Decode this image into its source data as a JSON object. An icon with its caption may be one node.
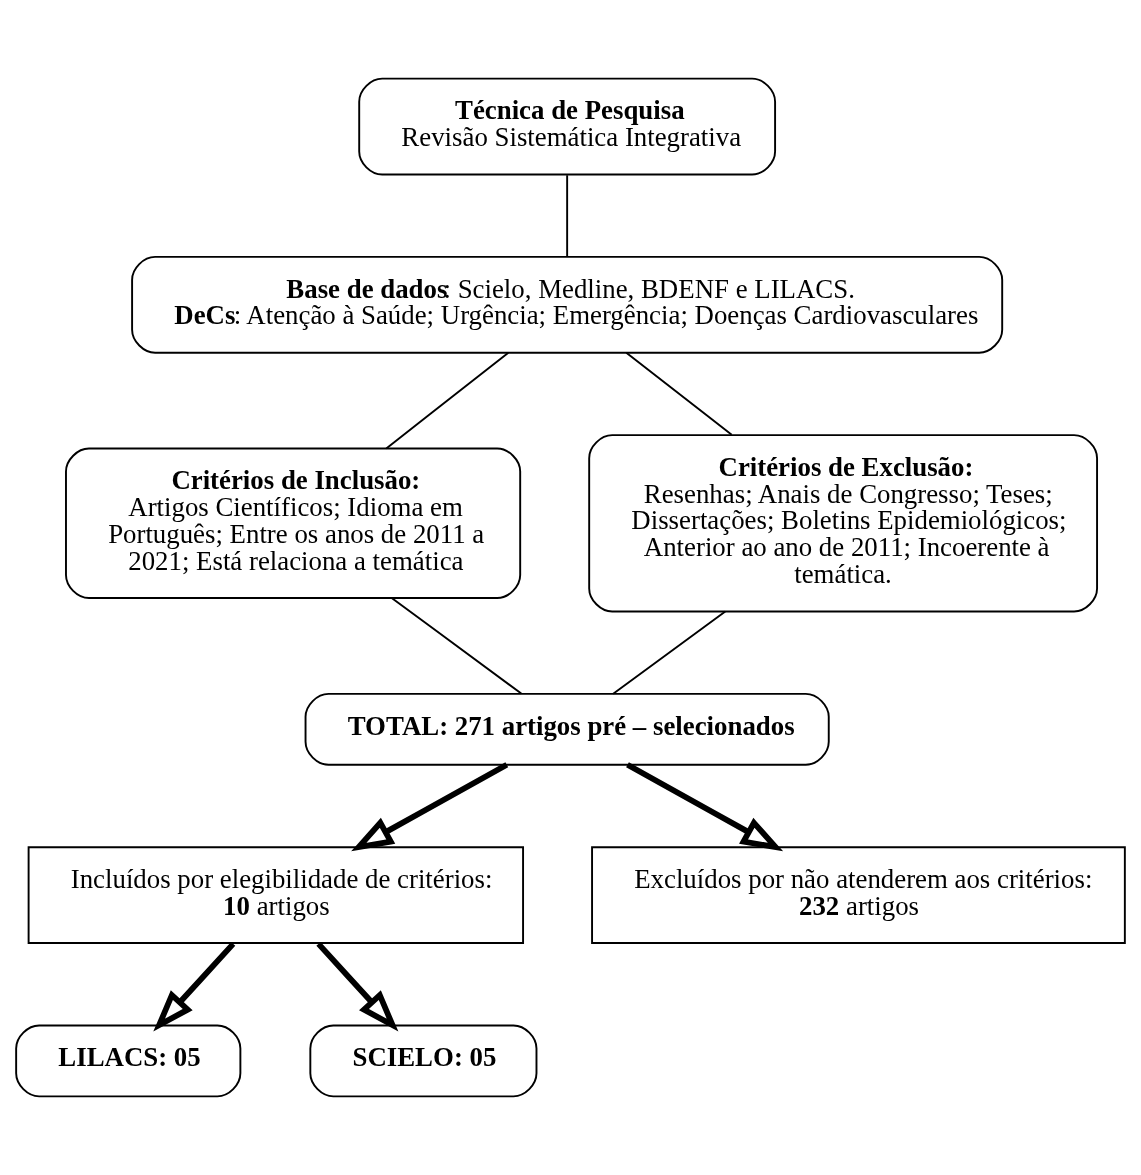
{
  "diagram": {
    "nodes": [
      {
        "text": [
          "**Técnica de Pesquisa**",
          "Revisão Sistemática Integrativa"
        ]
      },
      {
        "text": [
          "**Base de dados**: Scielo, Medline, BDENF e LILACS.",
          "**DeCs**: Atenção à Saúde; Urgência; Emergência; Doenças Cardiovasculares"
        ]
      },
      {
        "text": [
          "**Critérios de Inclusão:**",
          "Artigos Científicos; Idioma em Português; Entre os anos de 2011 a 2021; Está relaciona a temática"
        ]
      },
      {
        "text": [
          "**Critérios de Exclusão:**",
          "Resenhas; Anais de Congresso; Teses; Dissertações; Boletins Epidemiológicos; Anterior ao ano de 2011; Incoerente à temática."
        ]
      },
      {
        "text": [
          "**TOTAL: 271 artigos pré – selecionados**"
        ]
      },
      {
        "text": [
          "Incluídos por elegibilidade de critérios: **10** artigos"
        ]
      },
      {
        "text": [
          "Excluídos por não atenderem aos critérios: **232** artigos"
        ]
      },
      {
        "text": [
          "**LILACS: 05**"
        ]
      },
      {
        "text": [
          "**SCIELO: 05**"
        ]
      }
    ],
    "edges": [
      {
        "from": 0,
        "to": 1,
        "arrow": "none"
      },
      {
        "from": 1,
        "to": 2,
        "arrow": "none"
      },
      {
        "from": 1,
        "to": 3,
        "arrow": "none"
      },
      {
        "from": 2,
        "to": 4,
        "arrow": "none"
      },
      {
        "from": 3,
        "to": 4,
        "arrow": "none"
      },
      {
        "from": 4,
        "to": 5,
        "arrow": "to",
        "style": "thick"
      },
      {
        "from": 4,
        "to": 6,
        "arrow": "to",
        "style": "thick"
      },
      {
        "from": 5,
        "to": 7,
        "arrow": "to",
        "style": "thick"
      },
      {
        "from": 5,
        "to": 8,
        "arrow": "to",
        "style": "thick"
      }
    ]
  }
}
